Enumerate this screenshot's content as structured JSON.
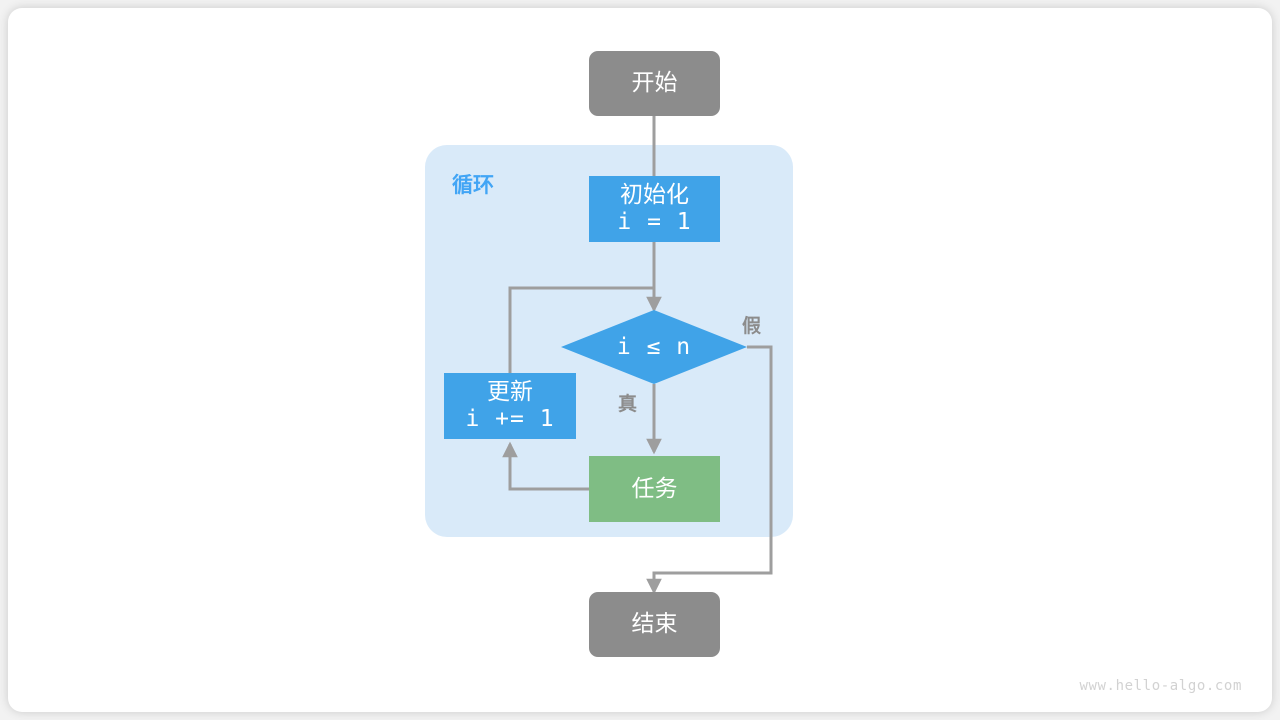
{
  "diagram": {
    "title_watermark": "www.hello-algo.com",
    "colors": {
      "canvas": "#ffffff",
      "page_bg": "#f2f2f2",
      "terminal_gray": "#8c8c8c",
      "process_blue": "#40a3e8",
      "decision_blue": "#40a3e8",
      "task_green": "#7fbd84",
      "loop_container_fill": "#d9eaf9",
      "loop_label_blue": "#42a5f5",
      "edge_gray": "#9e9e9e",
      "edge_label_gray": "#8c8c8c",
      "node_text": "#ffffff"
    },
    "loop_container": {
      "label": "循环"
    },
    "nodes": [
      {
        "id": "start",
        "shape": "rounded-rect",
        "lines": [
          "开始"
        ],
        "fill": "#8c8c8c"
      },
      {
        "id": "init",
        "shape": "rect",
        "lines": [
          "初始化",
          "i = 1"
        ],
        "fill": "#40a3e8"
      },
      {
        "id": "cond",
        "shape": "diamond",
        "lines": [
          "i ≤ n"
        ],
        "fill": "#40a3e8"
      },
      {
        "id": "update",
        "shape": "rect",
        "lines": [
          "更新",
          "i += 1"
        ],
        "fill": "#40a3e8"
      },
      {
        "id": "task",
        "shape": "rect",
        "lines": [
          "任务"
        ],
        "fill": "#7fbd84"
      },
      {
        "id": "end",
        "shape": "rounded-rect",
        "lines": [
          "结束"
        ],
        "fill": "#8c8c8c"
      }
    ],
    "edges": [
      {
        "id": "start-to-init",
        "from": "start",
        "to": "init",
        "label": ""
      },
      {
        "id": "init-to-cond",
        "from": "init",
        "to": "cond",
        "label": ""
      },
      {
        "id": "cond-to-task",
        "from": "cond",
        "to": "task",
        "label": "真"
      },
      {
        "id": "cond-to-end",
        "from": "cond",
        "to": "end",
        "label": "假"
      },
      {
        "id": "task-to-update",
        "from": "task",
        "to": "update",
        "label": ""
      },
      {
        "id": "update-to-cond",
        "from": "update",
        "to": "cond",
        "label": ""
      }
    ],
    "edge_labels": {
      "true": "真",
      "false": "假"
    }
  }
}
